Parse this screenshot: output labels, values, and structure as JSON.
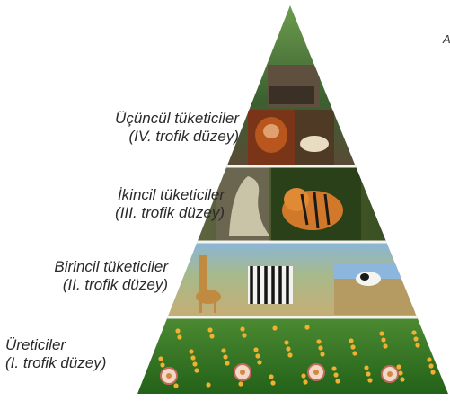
{
  "levels": [
    {
      "name": "Üreticiler",
      "level": "(I. trofik düzey)"
    },
    {
      "name": "Birincil tüketiciler",
      "level": "(II. trofik düzey)"
    },
    {
      "name": "İkincil tüketiciler",
      "level": "(III. trofik düzey)"
    },
    {
      "name": "Üçüncül tüketiciler",
      "level": "(IV. trofik düzey)"
    }
  ],
  "corner_mark": "A",
  "tier_contents": [
    "grass and flowers",
    "giraffe, zebra and cows",
    "sea lion and tiger",
    "orangutan, polar bear and bear"
  ],
  "colors": {
    "grass": "#2f7a22",
    "flower": "#f2d8c8",
    "savanna": "#b8a46a",
    "sky": "#8ab6d8",
    "forest": "#3d5a2a",
    "tiger": "#d2782a",
    "divider": "#f4f4ef",
    "label_text": "#2a2a2a"
  }
}
